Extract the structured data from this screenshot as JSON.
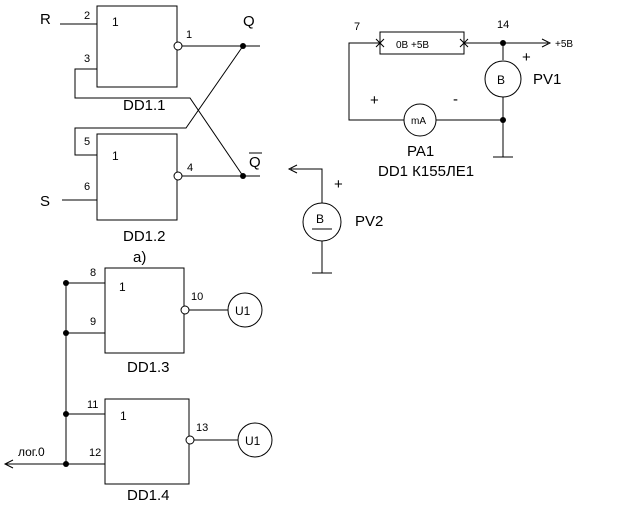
{
  "signals": {
    "R": "R",
    "S": "S",
    "Q": "Q",
    "Qbar": "Q"
  },
  "gates": {
    "dd1_1": {
      "name": "DD1.1",
      "symbol": "1",
      "in_a": "2",
      "in_b": "3",
      "out": "1"
    },
    "dd1_2": {
      "name": "DD1.2",
      "symbol": "1",
      "in_a": "5",
      "in_b": "6",
      "out": "4"
    },
    "dd1_3": {
      "name": "DD1.3",
      "symbol": "1",
      "in_a": "8",
      "in_b": "9",
      "out": "10"
    },
    "dd1_4": {
      "name": "DD1.4",
      "symbol": "1",
      "in_a": "11",
      "in_b": "12",
      "out": "13"
    }
  },
  "label_a": "а)",
  "meters": {
    "u1_top": "U1",
    "u1_bottom": "U1",
    "pv2_symbol": "В",
    "pv2_name": "PV2"
  },
  "supply": {
    "resistor_label": "0В +5В",
    "pin_left": "7",
    "pin_right": "14",
    "supply_label": "+5В",
    "pv1_symbol": "В",
    "pv1_name": "PV1",
    "ma_symbol": "mA",
    "pa1_name": "PA1",
    "chip_label": "DD1  К155ЛЕ1",
    "plus_a": "+",
    "minus_a": "-",
    "plus_v": "+",
    "plus_pv2": "+"
  },
  "logic_zero": "лог.0"
}
